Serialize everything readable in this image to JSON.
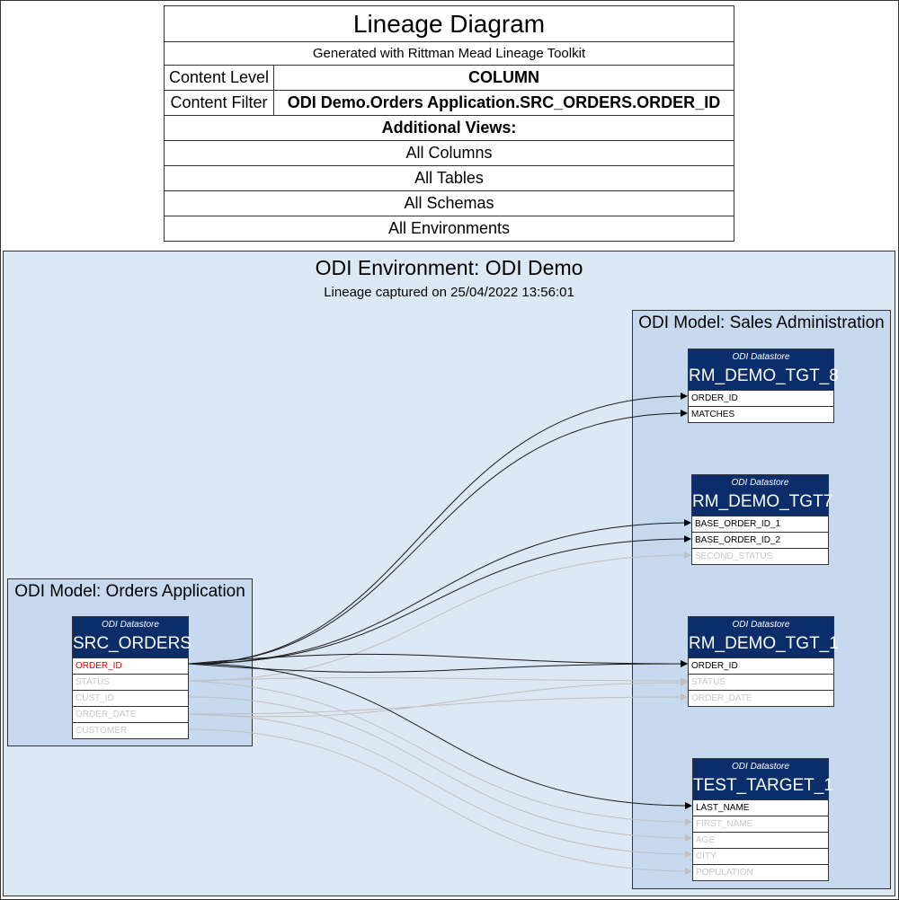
{
  "header": {
    "title": "Lineage Diagram",
    "subtitle": "Generated with Rittman Mead Lineage Toolkit",
    "content_level_label": "Content Level",
    "content_level_value": "COLUMN",
    "content_filter_label": "Content Filter",
    "content_filter_value": "ODI Demo.Orders Application.SRC_ORDERS.ORDER_ID",
    "additional_views_label": "Additional Views:",
    "views": [
      "All Columns",
      "All Tables",
      "All Schemas",
      "All Environments"
    ]
  },
  "environment": {
    "title": "ODI Environment: ODI Demo",
    "subtitle": "Lineage captured on 25/04/2022 13:56:01"
  },
  "models": {
    "orders": {
      "title": "ODI Model: Orders Application",
      "datastores": {
        "src_orders": {
          "type": "ODI Datastore",
          "name": "SRC_ORDERS",
          "columns": [
            "ORDER_ID",
            "STATUS",
            "CUST_ID",
            "ORDER_DATE",
            "CUSTOMER"
          ]
        }
      }
    },
    "sales": {
      "title": "ODI Model: Sales Administration",
      "datastores": {
        "tgt8": {
          "type": "ODI Datastore",
          "name": "RM_DEMO_TGT_8",
          "columns": [
            "ORDER_ID",
            "MATCHES"
          ]
        },
        "tgt7": {
          "type": "ODI Datastore",
          "name": "RM_DEMO_TGT7",
          "columns": [
            "BASE_ORDER_ID_1",
            "BASE_ORDER_ID_2",
            "SECOND_STATUS"
          ]
        },
        "tgt1": {
          "type": "ODI Datastore",
          "name": "RM_DEMO_TGT_1",
          "columns": [
            "ORDER_ID",
            "STATUS",
            "ORDER_DATE"
          ]
        },
        "test": {
          "type": "ODI Datastore",
          "name": "TEST_TARGET_1",
          "columns": [
            "LAST_NAME",
            "FIRST_NAME",
            "AGE",
            "CITY",
            "POPULATION"
          ]
        }
      }
    }
  },
  "colors": {
    "environment_bg": "#dde8f5",
    "model_bg": "#c6d9ee",
    "datastore_header": "#0b2e6b",
    "highlight_text": "#e00000",
    "dim_text": "#c8c8c8",
    "active_edge": "#000000",
    "inactive_edge": "#c0c0c0"
  }
}
